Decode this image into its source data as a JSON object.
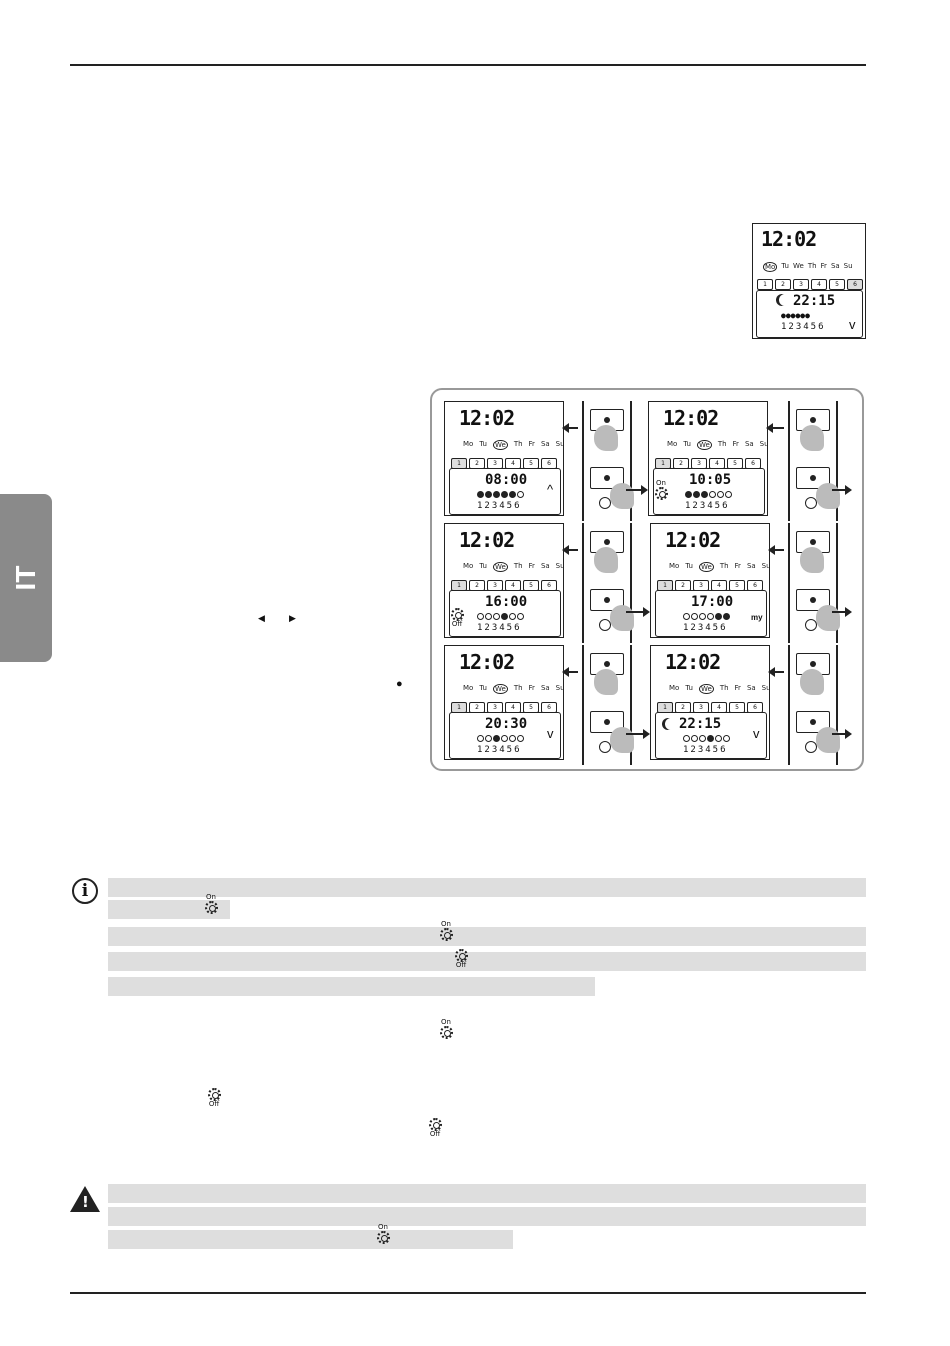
{
  "language_tab": "IT",
  "example_display": {
    "clock": "12:02",
    "days": [
      "Mo",
      "Tu",
      "We",
      "Th",
      "Fr",
      "Sa",
      "Su"
    ],
    "selected_day": "Mo",
    "channels": [
      "1",
      "2",
      "3",
      "4",
      "5",
      "6"
    ],
    "program_time": "22:15",
    "dots": "●●●●●●",
    "numbers": "123456",
    "chevron": "v"
  },
  "steps": [
    {
      "clock": "12:02",
      "selected_day": "We",
      "time": "08:00",
      "icon": "",
      "chevron": "^",
      "dots": [
        1,
        1,
        1,
        1,
        1,
        0
      ]
    },
    {
      "clock": "12:02",
      "selected_day": "We",
      "time": "10:05",
      "icon": "On",
      "chevron": "",
      "dots": [
        1,
        1,
        1,
        0,
        0,
        0
      ]
    },
    {
      "clock": "12:02",
      "selected_day": "We",
      "time": "16:00",
      "icon": "Off",
      "chevron": "",
      "dots": [
        0,
        0,
        0,
        1,
        0,
        0
      ]
    },
    {
      "clock": "12:02",
      "selected_day": "We",
      "time": "17:00",
      "icon": "my",
      "chevron": "",
      "dots": [
        0,
        0,
        0,
        0,
        1,
        1
      ]
    },
    {
      "clock": "12:02",
      "selected_day": "We",
      "time": "20:30",
      "icon": "",
      "chevron": "v",
      "dots": [
        0,
        0,
        1,
        0,
        0,
        0
      ]
    },
    {
      "clock": "12:02",
      "selected_day": "We",
      "time": "22:15",
      "icon": "moon",
      "chevron": "v",
      "dots": [
        0,
        0,
        0,
        1,
        0,
        0
      ]
    }
  ],
  "arrow_glyphs": {
    "left": "◀",
    "right": "▶"
  },
  "bullet": "●",
  "sun_labels": {
    "on": "On",
    "off": "Off"
  },
  "info_icon": "i",
  "icons": {
    "info": "info-circle-icon",
    "warning": "warning-triangle-icon",
    "sun": "sun-icon",
    "moon": "moon-icon",
    "hand": "hand-press-icon"
  }
}
